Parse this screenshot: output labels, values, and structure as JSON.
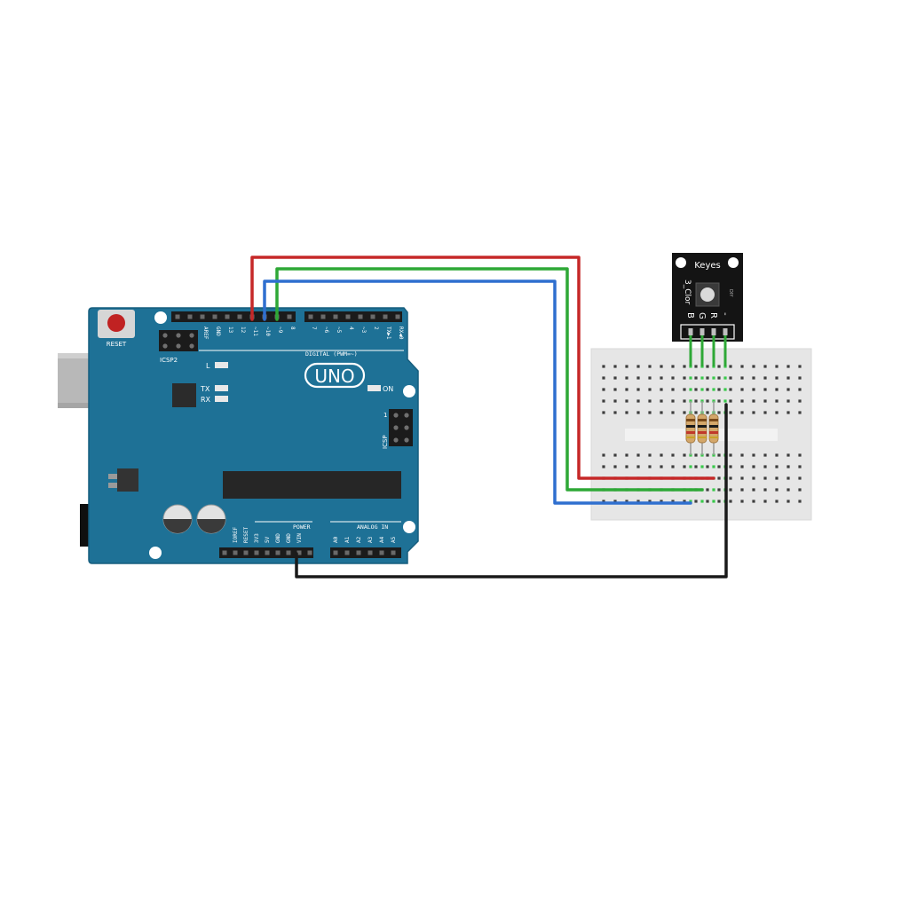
{
  "board": {
    "model": "UNO",
    "reset_label": "RESET",
    "icsp2_label": "ICSP2",
    "icsp_label": "ICSP",
    "digital_label": "DIGITAL (PWM=~)",
    "power_label": "POWER",
    "analog_label": "ANALOG IN",
    "led_l": "L",
    "led_tx": "TX",
    "led_rx": "RX",
    "led_on": "ON",
    "icsp_pin1": "1",
    "digital_pins": [
      "AREF",
      "GND",
      "13",
      "12",
      "~11",
      "~10",
      "~9",
      "8",
      "7",
      "~6",
      "~5",
      "4",
      "~3",
      "2",
      "TX▶1",
      "RX◀0"
    ],
    "power_pins": [
      "IOREF",
      "RESET",
      "3V3",
      "5V",
      "GND",
      "GND",
      "VIN"
    ],
    "analog_pins": [
      "A0",
      "A1",
      "A2",
      "A3",
      "A4",
      "A5"
    ]
  },
  "module": {
    "brand": "Keyes",
    "name": "3_Clor",
    "code": "DIY",
    "pins": [
      "B",
      "G",
      "R",
      "-"
    ]
  },
  "wires": [
    {
      "color": "#c62828",
      "from": "~11",
      "to": "R"
    },
    {
      "color": "#2ea836",
      "from": "~9",
      "to": "G"
    },
    {
      "color": "#2f6fcf",
      "from": "~10",
      "to": "B"
    },
    {
      "color": "#1a1a1a",
      "from": "GND",
      "to": "-"
    }
  ]
}
